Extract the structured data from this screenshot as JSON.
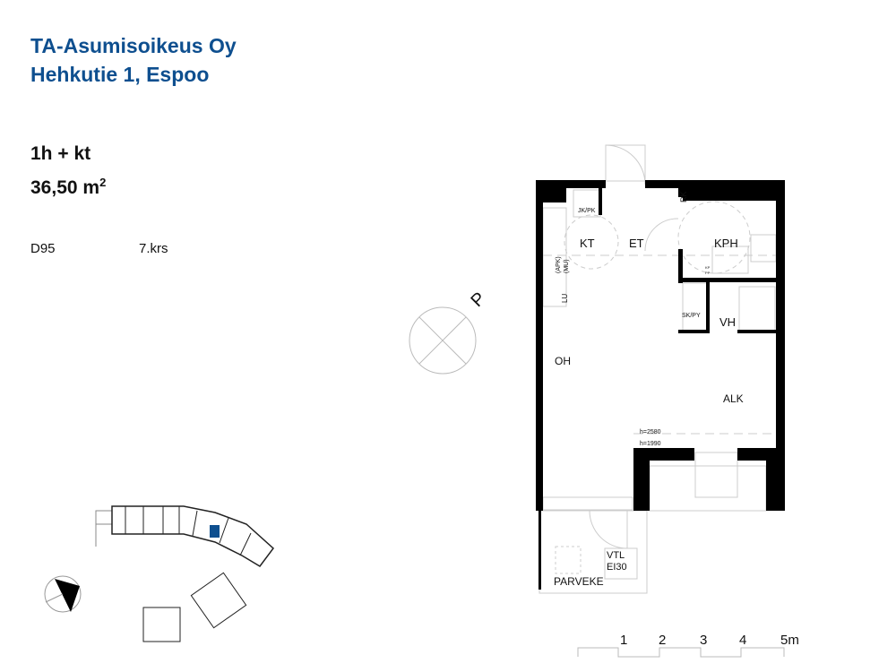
{
  "header": {
    "company": "TA-Asumisoikeus Oy",
    "address": "Hehkutie 1, Espoo"
  },
  "apartment": {
    "type": "1h + kt",
    "area": "36,50 m",
    "area_sup": "2",
    "code": "D95",
    "floor": "7.krs"
  },
  "plan": {
    "north_label": "P",
    "rooms": {
      "kt": "KT",
      "et": "ET",
      "kph": "KPH",
      "vh": "VH",
      "oh": "OH",
      "alk": "ALK",
      "parveke": "PARVEKE"
    },
    "fixtures": {
      "jkpk": "JK/PK",
      "rk": "RK",
      "apk": "(APK)",
      "mu": "(MU)",
      "lu": "LU",
      "skpy": "SK/PY",
      "kp": "KP",
      "pp": "PP",
      "vtl": "VTL",
      "ei30": "EI30"
    },
    "heights": {
      "h1": "h=2580",
      "h2": "h=1990"
    }
  },
  "scale": {
    "ticks": [
      "1",
      "2",
      "3",
      "4",
      "5m"
    ]
  },
  "colors": {
    "brand": "#0e4f8f",
    "highlight": "#0e4f8f"
  }
}
